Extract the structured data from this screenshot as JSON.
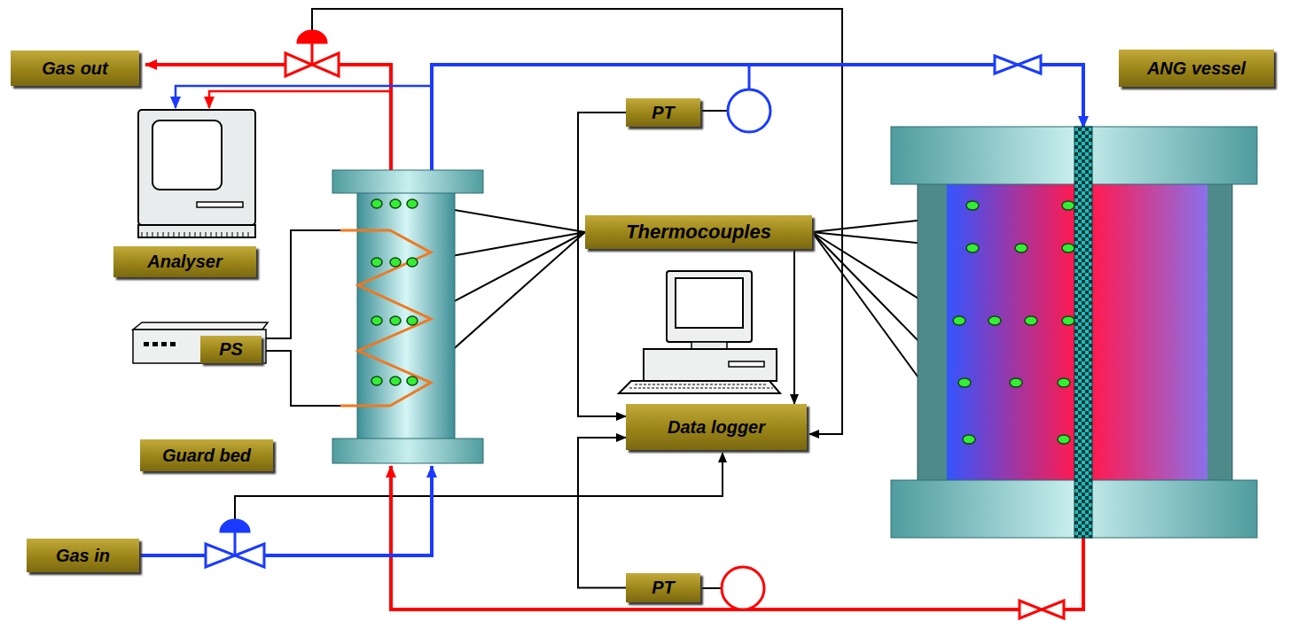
{
  "diagram": {
    "nodes": [
      {
        "text": [
          "Gas out"
        ]
      },
      {
        "text": [
          "ANG vessel"
        ]
      },
      {
        "text": [
          "PT"
        ]
      },
      {
        "text": [
          "Analyser"
        ]
      },
      {
        "text": [
          "Thermocouples"
        ]
      },
      {
        "text": [
          "PS"
        ]
      },
      {
        "text": [
          "Guard bed"
        ]
      },
      {
        "text": [
          "Data logger"
        ]
      },
      {
        "text": [
          "Gas in"
        ]
      },
      {
        "text": [
          "PT"
        ]
      }
    ],
    "edges": [
      {
        "from": 4,
        "to": 7,
        "arrow": "to"
      },
      {
        "from": 2,
        "to": 7,
        "arrow": "to"
      },
      {
        "from": 9,
        "to": 7,
        "arrow": "to"
      }
    ]
  }
}
